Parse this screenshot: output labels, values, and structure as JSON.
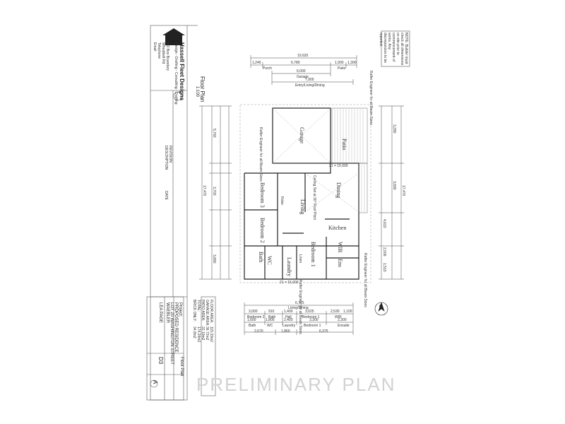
{
  "company": {
    "name": "Hassell Fleet Designs",
    "tagline": "Design - Drafting - Consulting - Drafting",
    "contact_lines": [
      "PO Box Boundary",
      "Wheatbelt Rd",
      "Telephone",
      "Email"
    ]
  },
  "drawing": {
    "title": "Floor Plan",
    "scale": "1:100",
    "project_label": "Project:",
    "project": "PROPOSED RESIDENCE",
    "lot": "LOT 20 WASHINGTON STREET",
    "suburb": "WAEBLER",
    "client": "LEA PAGE",
    "sheet": "D3",
    "revision": "A",
    "revision_header": "REVISION",
    "description_header": "DESCRIPTION",
    "date_header": "DATE"
  },
  "areas": {
    "floor_area_label": "FLOOR AREA:",
    "floor_area": "115.33m2",
    "garage_label": "GARAGE AREA:",
    "garage": "36.72m2",
    "patio_label": "PATIO AREA:",
    "patio": "22.19m2",
    "total_label": "TOTAL:",
    "total": "174.24m2",
    "brick_label": "BRICK ONLY:",
    "brick": "34.8m2"
  },
  "rooms": {
    "garage": "Garage",
    "patio": "Patio",
    "dining": "Dining",
    "living": "Living",
    "kitchen": "Kitchen",
    "bedroom3": "Bedroom 3",
    "bedroom2": "Bedroom 2",
    "bedroom1": "Bedroom 1",
    "bath": "Bath",
    "wc": "WC",
    "laundry": "Laundry",
    "ens": "Ens",
    "wir": "WIR",
    "robe": "Robe",
    "linen": "Linen"
  },
  "dimensions": {
    "top_overall": "10,620",
    "top_row2": [
      "1,240",
      "6,780",
      "1,900",
      "1,300"
    ],
    "top_row2_labels": [
      "Porch",
      "Patio"
    ],
    "garage_width": "6,000",
    "garage_label": "Garage",
    "entry_width": "7,900",
    "entry_label": "Entry/Living/Dining",
    "bottom_overall": "6,775",
    "bottom_overall_label": "Living/Dining",
    "bottom_row": [
      "3,000",
      "910",
      "1,400",
      "3,025",
      "2,530",
      "1,100"
    ],
    "bottom_row_labels": [
      "Bedroom 2",
      "Bath",
      "Hall",
      "Bedroom 1",
      "WIR"
    ],
    "bottom_row2": [
      "1,600",
      "1,800",
      "2,400",
      "3,300",
      "2,300"
    ],
    "bottom_row2_labels": [
      "Bath",
      "WC",
      "Laundry",
      "Bedroom 1",
      "Ensuite"
    ],
    "bottom_row3": [
      "2,670",
      "1,860",
      "6,375"
    ],
    "right_overall": "17,470",
    "right_segments": [
      "3,280",
      "3,690",
      "4,610",
      "2,006",
      "1,510"
    ],
    "left_overall": "17,470",
    "left_segments": [
      "5,760",
      "3,700",
      "3,890"
    ]
  },
  "notes": {
    "roof_note": "Rafter Engineer for all Beam Sizes",
    "ceiling_note": "Ceiling Set at 30° Roof Pitch",
    "top_right_note": "NOTE: Builder must check all dimensions on site prior to commencement of works. Any discrepancies to be reported.",
    "sub_note": "21 = 15,000",
    "north": "N"
  },
  "watermark": "PRELIMINARY PLAN"
}
